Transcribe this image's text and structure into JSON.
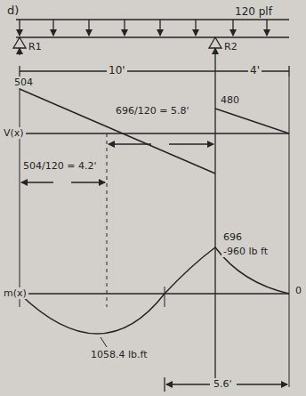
{
  "diagram": {
    "labels": [
      "d)",
      "120 plf",
      "R1",
      "R2",
      "10'",
      "4'",
      "504",
      "V(x)",
      "696/120 = 5.8'",
      "480",
      "504/120 = 4.2'",
      "696",
      "-960 lb ft",
      "m(x)",
      "1058.4 lb.ft",
      "5.6'",
      "0"
    ]
  }
}
